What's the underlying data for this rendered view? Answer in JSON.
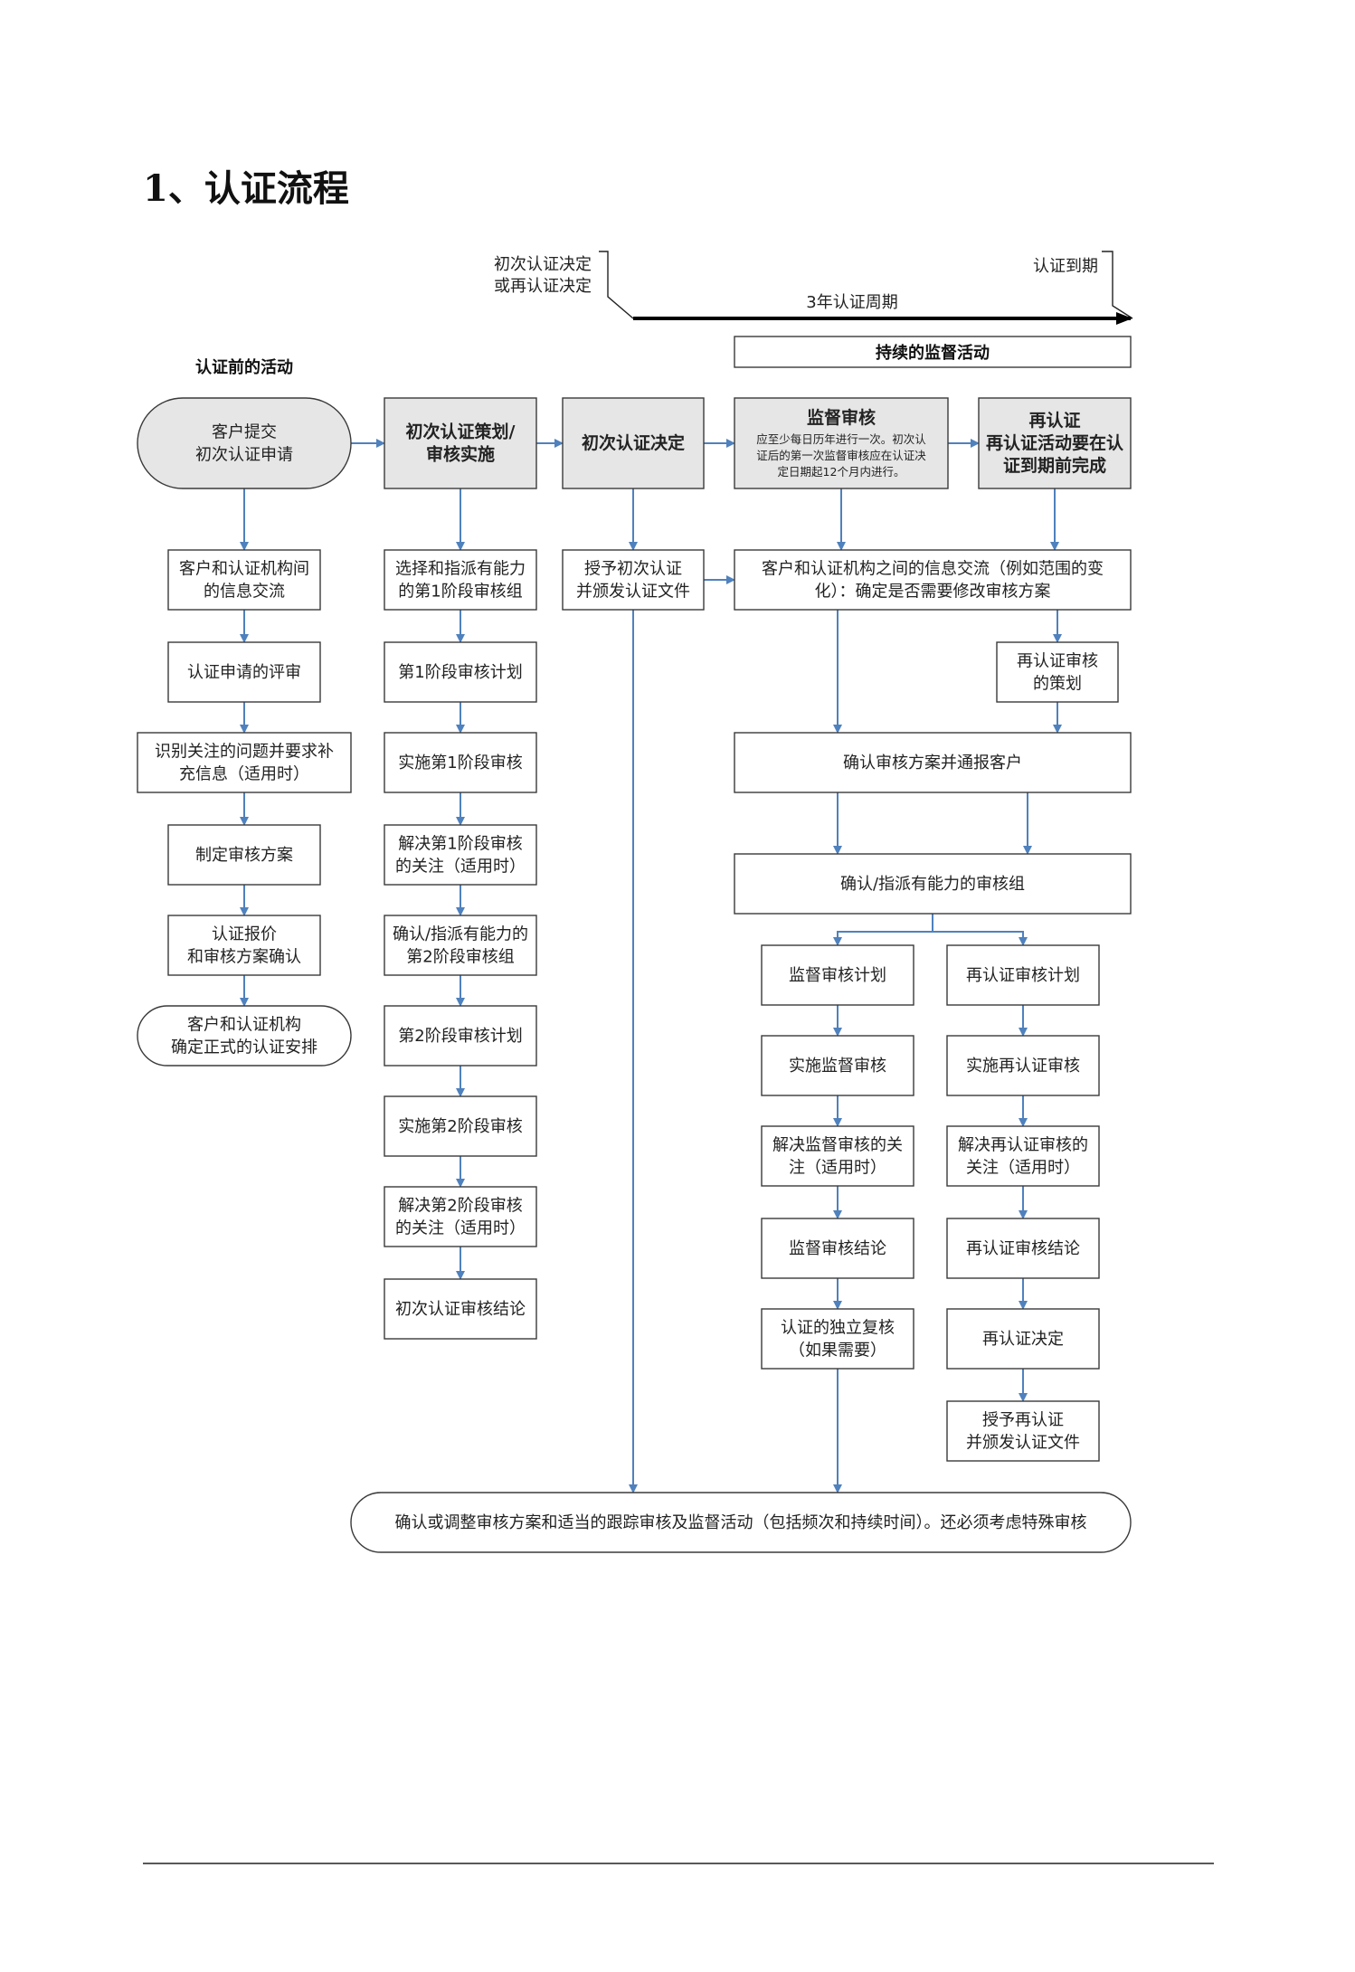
{
  "title": "1、认证流程",
  "timeline": {
    "start_label": [
      "初次认证决定",
      "或再认证决定"
    ],
    "end_label": "认证到期",
    "cycle_label": "3年认证周期"
  },
  "supervision_banner": "持续的监督活动",
  "pre_activities_label": "认证前的活动",
  "nodes": [
    {
      "id": "client_submit",
      "text": [
        "客户提交",
        "初次认证申请"
      ],
      "style": "pill-gray"
    },
    {
      "id": "info_exchange_1",
      "text": [
        "客户和认证机构间",
        "的信息交流"
      ]
    },
    {
      "id": "application_review",
      "text": [
        "认证申请的评审"
      ]
    },
    {
      "id": "identify_concerns",
      "text": [
        "识别关注的问题并要求补",
        "充信息（适用时）"
      ]
    },
    {
      "id": "make_program",
      "text": [
        "制定审核方案"
      ]
    },
    {
      "id": "quote_confirm",
      "text": [
        "认证报价",
        "和审核方案确认"
      ]
    },
    {
      "id": "formal_arrangement",
      "text": [
        "客户和认证机构",
        "确定正式的认证安排"
      ],
      "style": "pill"
    },
    {
      "id": "initial_planning",
      "text": [
        "初次认证策划/",
        "审核实施"
      ],
      "style": "gray-bold"
    },
    {
      "id": "select_stage1_team",
      "text": [
        "选择和指派有能力",
        "的第1阶段审核组"
      ]
    },
    {
      "id": "stage1_plan",
      "text": [
        "第1阶段审核计划"
      ]
    },
    {
      "id": "do_stage1",
      "text": [
        "实施第1阶段审核"
      ]
    },
    {
      "id": "resolve_stage1",
      "text": [
        "解决第1阶段审核",
        "的关注（适用时）"
      ]
    },
    {
      "id": "confirm_stage2_team",
      "text": [
        "确认/指派有能力的",
        "第2阶段审核组"
      ]
    },
    {
      "id": "stage2_plan",
      "text": [
        "第2阶段审核计划"
      ]
    },
    {
      "id": "do_stage2",
      "text": [
        "实施第2阶段审核"
      ]
    },
    {
      "id": "resolve_stage2",
      "text": [
        "解决第2阶段审核",
        "的关注（适用时）"
      ]
    },
    {
      "id": "initial_conclusion",
      "text": [
        "初次认证审核结论"
      ]
    },
    {
      "id": "initial_decision",
      "text": [
        "初次认证决定"
      ],
      "style": "gray-bold"
    },
    {
      "id": "grant_initial",
      "text": [
        "授予初次认证",
        "并颁发认证文件"
      ]
    },
    {
      "id": "surveillance_audit",
      "title": "监督审核",
      "text": [
        "应至少每日历年进行一次。初次认",
        "证后的第一次监督审核应在认证决",
        "定日期起12个月内进行。"
      ],
      "style": "gray-note"
    },
    {
      "id": "recertification",
      "text": [
        "再认证",
        "再认证活动要在认",
        "证到期前完成"
      ],
      "style": "gray-bold"
    },
    {
      "id": "info_exchange_2",
      "text": [
        "客户和认证机构之间的信息交流（例如范围的变",
        "化）：确定是否需要修改审核方案"
      ]
    },
    {
      "id": "recert_planning",
      "text": [
        "再认证审核",
        "的策划"
      ]
    },
    {
      "id": "confirm_program",
      "text": [
        "确认审核方案并通报客户"
      ]
    },
    {
      "id": "confirm_team",
      "text": [
        "确认/指派有能力的审核组"
      ]
    },
    {
      "id": "surv_plan",
      "text": [
        "监督审核计划"
      ]
    },
    {
      "id": "recert_plan",
      "text": [
        "再认证审核计划"
      ]
    },
    {
      "id": "do_surv",
      "text": [
        "实施监督审核"
      ]
    },
    {
      "id": "do_recert",
      "text": [
        "实施再认证审核"
      ]
    },
    {
      "id": "resolve_surv",
      "text": [
        "解决监督审核的关",
        "注（适用时）"
      ]
    },
    {
      "id": "resolve_recert",
      "text": [
        "解决再认证审核的",
        "关注（适用时）"
      ]
    },
    {
      "id": "surv_conclusion",
      "text": [
        "监督审核结论"
      ]
    },
    {
      "id": "recert_conclusion",
      "text": [
        "再认证审核结论"
      ]
    },
    {
      "id": "independent_review",
      "text": [
        "认证的独立复核",
        "（如果需要）"
      ]
    },
    {
      "id": "recert_decision",
      "text": [
        "再认证决定"
      ]
    },
    {
      "id": "grant_recert",
      "text": [
        "授予再认证",
        "并颁发认证文件"
      ]
    },
    {
      "id": "adjust_program",
      "text": [
        "确认或调整审核方案和适当的跟踪审核及监督活动（包括频次和持续时间）。还必须考虑特殊审核"
      ],
      "style": "pill"
    }
  ],
  "edges": [
    [
      "client_submit",
      "info_exchange_1"
    ],
    [
      "info_exchange_1",
      "application_review"
    ],
    [
      "application_review",
      "identify_concerns"
    ],
    [
      "identify_concerns",
      "make_program"
    ],
    [
      "make_program",
      "quote_confirm"
    ],
    [
      "quote_confirm",
      "formal_arrangement"
    ],
    [
      "client_submit",
      "initial_planning"
    ],
    [
      "initial_planning",
      "initial_decision"
    ],
    [
      "initial_decision",
      "surveillance_audit"
    ],
    [
      "surveillance_audit",
      "recertification"
    ],
    [
      "initial_planning",
      "select_stage1_team"
    ],
    [
      "select_stage1_team",
      "stage1_plan"
    ],
    [
      "stage1_plan",
      "do_stage1"
    ],
    [
      "do_stage1",
      "resolve_stage1"
    ],
    [
      "resolve_stage1",
      "confirm_stage2_team"
    ],
    [
      "confirm_stage2_team",
      "stage2_plan"
    ],
    [
      "stage2_plan",
      "do_stage2"
    ],
    [
      "do_stage2",
      "resolve_stage2"
    ],
    [
      "resolve_stage2",
      "initial_conclusion"
    ],
    [
      "initial_decision",
      "grant_initial"
    ],
    [
      "grant_initial",
      "info_exchange_2"
    ],
    [
      "grant_initial",
      "adjust_program"
    ],
    [
      "surveillance_audit",
      "info_exchange_2"
    ],
    [
      "recertification",
      "info_exchange_2"
    ],
    [
      "info_exchange_2",
      "recert_planning"
    ],
    [
      "info_exchange_2",
      "confirm_program"
    ],
    [
      "recert_planning",
      "confirm_program"
    ],
    [
      "confirm_program",
      "confirm_team"
    ],
    [
      "confirm_team",
      "surv_plan"
    ],
    [
      "confirm_team",
      "recert_plan"
    ],
    [
      "surv_plan",
      "do_surv"
    ],
    [
      "do_surv",
      "resolve_surv"
    ],
    [
      "resolve_surv",
      "surv_conclusion"
    ],
    [
      "surv_conclusion",
      "independent_review"
    ],
    [
      "independent_review",
      "adjust_program"
    ],
    [
      "recert_plan",
      "do_recert"
    ],
    [
      "do_recert",
      "resolve_recert"
    ],
    [
      "resolve_recert",
      "recert_conclusion"
    ],
    [
      "recert_conclusion",
      "recert_decision"
    ],
    [
      "recert_decision",
      "grant_recert"
    ]
  ]
}
